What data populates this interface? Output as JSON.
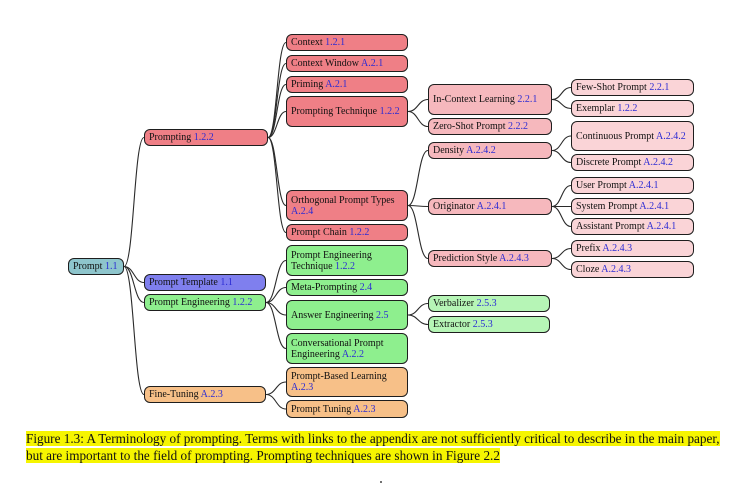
{
  "figure": {
    "nodes": {
      "prompt": {
        "label": "Prompt",
        "ref": "1.1"
      },
      "prompting": {
        "label": "Prompting",
        "ref": "1.2.2"
      },
      "prompt_template": {
        "label": "Prompt Template",
        "ref": "1.1"
      },
      "prompt_engineering": {
        "label": "Prompt Engineering",
        "ref": "1.2.2"
      },
      "fine_tuning": {
        "label": "Fine-Tuning",
        "ref": "A.2.3"
      },
      "context": {
        "label": "Context",
        "ref": "1.2.1"
      },
      "context_window": {
        "label": "Context Window",
        "ref": "A.2.1"
      },
      "priming": {
        "label": "Priming",
        "ref": "A.2.1"
      },
      "prompting_technique": {
        "label": "Prompting Technique",
        "ref": "1.2.2"
      },
      "orthogonal_prompt_types": {
        "label": "Orthogonal Prompt Types",
        "ref": "A.2.4"
      },
      "prompt_chain": {
        "label": "Prompt Chain",
        "ref": "1.2.2"
      },
      "pe_technique": {
        "label": "Prompt Engineering Technique",
        "ref": "1.2.2"
      },
      "meta_prompting": {
        "label": "Meta-Prompting",
        "ref": "2.4"
      },
      "answer_engineering": {
        "label": "Answer Engineering",
        "ref": "2.5"
      },
      "conversational_pe": {
        "label": "Conversational Prompt Engineering",
        "ref": "A.2.2"
      },
      "prompt_based_learning": {
        "label": "Prompt-Based Learning",
        "ref": "A.2.3"
      },
      "prompt_tuning": {
        "label": "Prompt Tuning",
        "ref": "A.2.3"
      },
      "icl": {
        "label": "In-Context Learning",
        "ref": "2.2.1"
      },
      "zero_shot": {
        "label": "Zero-Shot Prompt",
        "ref": "2.2.2"
      },
      "density": {
        "label": "Density",
        "ref": "A.2.4.2"
      },
      "originator": {
        "label": "Originator",
        "ref": "A.2.4.1"
      },
      "prediction_style": {
        "label": "Prediction Style",
        "ref": "A.2.4.3"
      },
      "verbalizer": {
        "label": "Verbalizer",
        "ref": "2.5.3"
      },
      "extractor": {
        "label": "Extractor",
        "ref": "2.5.3"
      },
      "few_shot": {
        "label": "Few-Shot Prompt",
        "ref": "2.2.1"
      },
      "exemplar": {
        "label": "Exemplar",
        "ref": "1.2.2"
      },
      "continuous_prompt": {
        "label": "Continuous Prompt",
        "ref": "A.2.4.2"
      },
      "discrete_prompt": {
        "label": "Discrete Prompt",
        "ref": "A.2.4.2"
      },
      "user_prompt": {
        "label": "User Prompt",
        "ref": "A.2.4.1"
      },
      "system_prompt": {
        "label": "System Prompt",
        "ref": "A.2.4.1"
      },
      "assistant_prompt": {
        "label": "Assistant Prompt",
        "ref": "A.2.4.1"
      },
      "prefix": {
        "label": "Prefix",
        "ref": "A.2.4.3"
      },
      "cloze": {
        "label": "Cloze",
        "ref": "A.2.4.3"
      }
    },
    "edges": [
      [
        "prompt",
        "prompting"
      ],
      [
        "prompt",
        "prompt_template"
      ],
      [
        "prompt",
        "prompt_engineering"
      ],
      [
        "prompt",
        "fine_tuning"
      ],
      [
        "prompting",
        "context"
      ],
      [
        "prompting",
        "context_window"
      ],
      [
        "prompting",
        "priming"
      ],
      [
        "prompting",
        "prompting_technique"
      ],
      [
        "prompting",
        "orthogonal_prompt_types"
      ],
      [
        "prompting",
        "prompt_chain"
      ],
      [
        "prompt_engineering",
        "pe_technique"
      ],
      [
        "prompt_engineering",
        "meta_prompting"
      ],
      [
        "prompt_engineering",
        "answer_engineering"
      ],
      [
        "prompt_engineering",
        "conversational_pe"
      ],
      [
        "fine_tuning",
        "prompt_based_learning"
      ],
      [
        "fine_tuning",
        "prompt_tuning"
      ],
      [
        "prompting_technique",
        "icl"
      ],
      [
        "prompting_technique",
        "zero_shot"
      ],
      [
        "orthogonal_prompt_types",
        "density"
      ],
      [
        "orthogonal_prompt_types",
        "originator"
      ],
      [
        "orthogonal_prompt_types",
        "prediction_style"
      ],
      [
        "answer_engineering",
        "verbalizer"
      ],
      [
        "answer_engineering",
        "extractor"
      ],
      [
        "icl",
        "few_shot"
      ],
      [
        "icl",
        "exemplar"
      ],
      [
        "density",
        "continuous_prompt"
      ],
      [
        "density",
        "discrete_prompt"
      ],
      [
        "originator",
        "user_prompt"
      ],
      [
        "originator",
        "system_prompt"
      ],
      [
        "originator",
        "assistant_prompt"
      ],
      [
        "prediction_style",
        "prefix"
      ],
      [
        "prediction_style",
        "cloze"
      ]
    ],
    "colors": {
      "root": "#8ec5cc",
      "prompting_branch": "#ef7f86",
      "prompting_level2": "#f6b8bd",
      "prompting_level3": "#fad4d7",
      "template_branch": "#7f7fee",
      "engineering_branch": "#8eef8e",
      "engineering_level2": "#b6f5b6",
      "finetuning_branch": "#f7c088",
      "finetuning_level2": "#fad3a8",
      "link_ref": "#2b2bd4",
      "caption_highlight": "#f6f500"
    }
  },
  "caption": {
    "text": "Figure 1.3: A Terminology of prompting. Terms with links to the appendix are not sufficiently critical to describe in the main paper, but are important to the field of prompting. Prompting techniques are shown in Figure 2.2"
  }
}
